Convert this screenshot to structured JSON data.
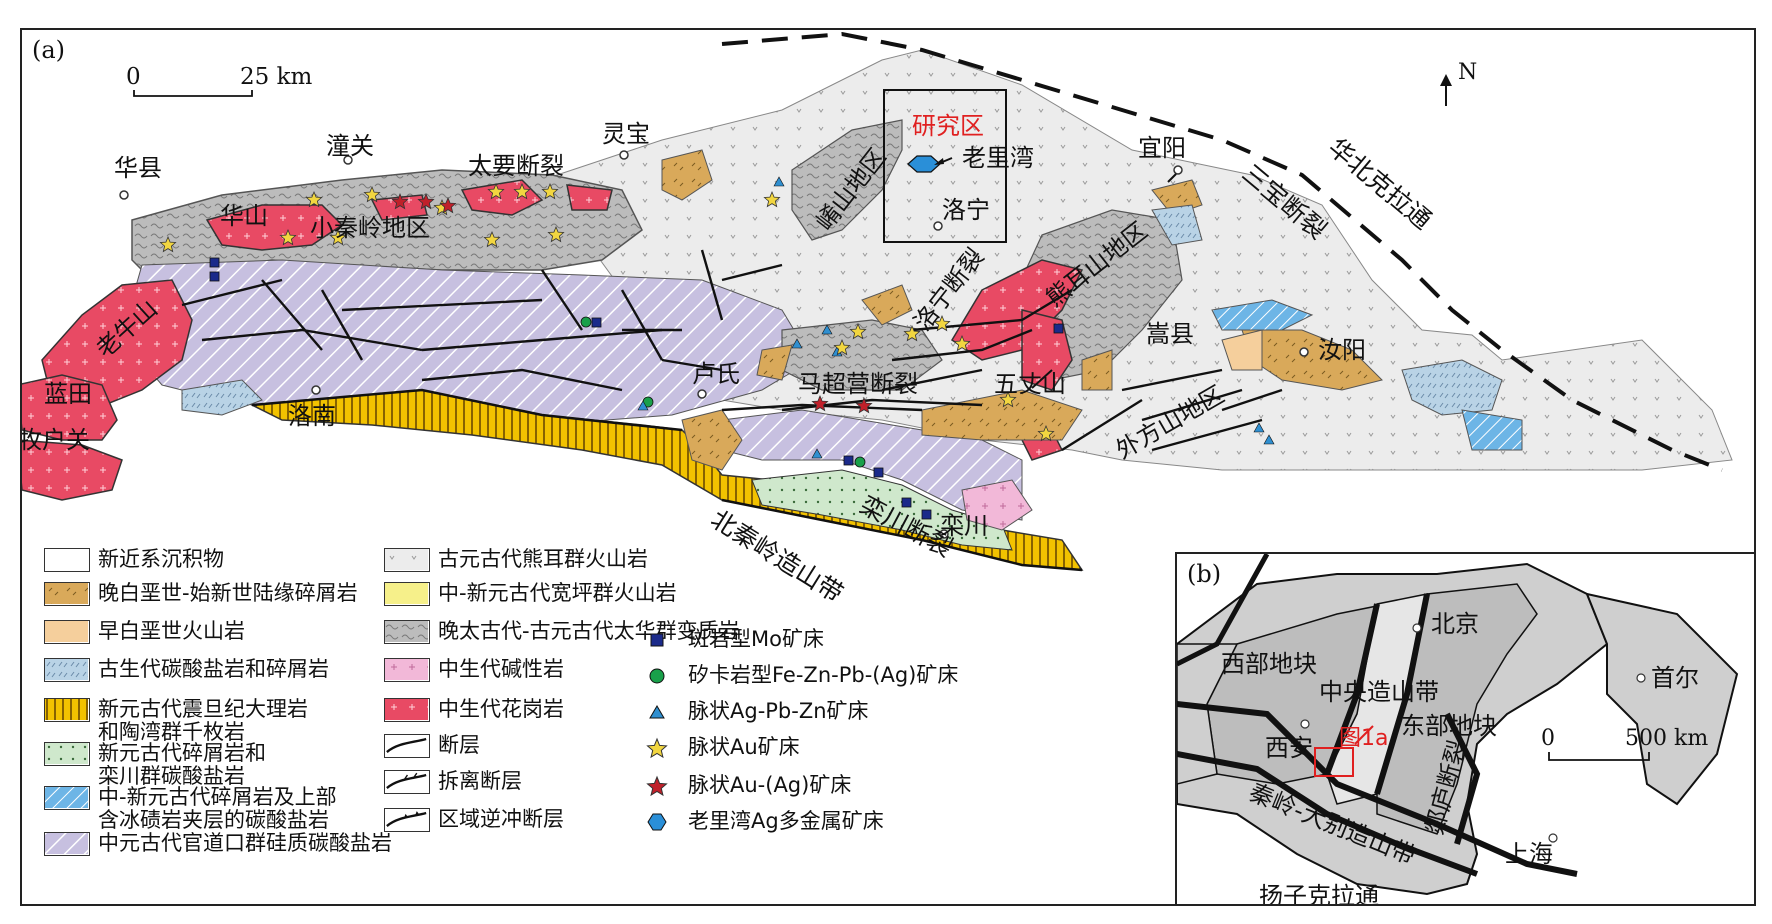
{
  "panel_a_tag": "(a)",
  "panel_b_tag": "(b)",
  "scale_a": {
    "zero": "0",
    "label": "25 km"
  },
  "scale_b": {
    "zero": "0",
    "label": "500 km"
  },
  "north": "N",
  "study_area": "研究区",
  "places": {
    "huaxian": "华县",
    "tongguan": "潼关",
    "taiyao_fault": "太要断裂",
    "lingbao": "灵宝",
    "yashan": "崤山地区",
    "laoliwan": "老里湾",
    "yiyang": "宜阳",
    "sanbao_fault": "三宝断裂",
    "huabei_craton": "华北克拉通",
    "huashan": "华山",
    "xiaoqinling": "小秦岭地区",
    "luoning": "洛宁",
    "luoning_fault": "洛宁断裂",
    "xiongershan": "熊耳山地区",
    "laoniushan": "老牛山",
    "lantian": "蓝田",
    "muhuguan": "牧户关",
    "luonan": "洛南",
    "lushi": "卢氏",
    "machaoying_fault": "马超营断裂",
    "wuzhangshan": "五丈山",
    "songxian": "嵩县",
    "ruyang": "汝阳",
    "waifangshan": "外方山地区",
    "beiqinling": "北秦岭造山带",
    "luanchuan_fault": "栾川断裂",
    "luanchuan": "栾川"
  },
  "legend": [
    {
      "text": "新近系沉积物",
      "color": "#ffffff"
    },
    {
      "text": "晚白垩世-始新世陆缘碎屑岩",
      "color": "#d9a95a"
    },
    {
      "text": "早白垩世火山岩",
      "color": "#f5cf9c"
    },
    {
      "text": "古生代碳酸盐岩和碎屑岩",
      "color": "#b9d3e6"
    },
    {
      "text": "新元古代震旦纪大理岩\n和陶湾群千枚岩",
      "color": "#f2c200"
    },
    {
      "text": "新元古代碎屑岩和\n栾川群碳酸盐岩",
      "color": "#cfe8cc"
    },
    {
      "text": "中-新元古代碎屑岩及上部\n含冰碛岩夹层的碳酸盐岩",
      "color": "#6db5e6"
    },
    {
      "text": "中元古代官道口群硅质碳酸盐岩",
      "color": "#c7c0e0"
    },
    {
      "text": "古元古代熊耳群火山岩",
      "color": "#ececec"
    },
    {
      "text": "中-新元古代宽坪群火山岩",
      "color": "#f6f08a"
    },
    {
      "text": "晚太古代-古元古代太华群变质岩",
      "color": "#bcbcbc"
    },
    {
      "text": "中生代碱性岩",
      "color": "#f2b8d8"
    },
    {
      "text": "中生代花岗岩",
      "color": "#e84a64"
    },
    {
      "text": "断层",
      "color": ""
    },
    {
      "text": "拆离断层",
      "color": ""
    },
    {
      "text": "区域逆冲断层",
      "color": ""
    },
    {
      "text": "斑岩型Mo矿床",
      "icon": "square-icon",
      "color": "#1b2a8a"
    },
    {
      "text": "矽卡岩型Fe-Zn-Pb-(Ag)矿床",
      "icon": "circle-icon",
      "color": "#19a04a"
    },
    {
      "text": "脉状Ag-Pb-Zn矿床",
      "icon": "triangle-icon",
      "color": "#2f8fd0"
    },
    {
      "text": "脉状Au矿床",
      "icon": "star-icon",
      "color": "#f2d640"
    },
    {
      "text": "脉状Au-(Ag)矿床",
      "icon": "star-icon",
      "color": "#c0202a"
    },
    {
      "text": "老里湾Ag多金属矿床",
      "icon": "hexagon-icon",
      "color": "#2a8fd8"
    }
  ],
  "inset": {
    "west_block": "西部地块",
    "beijing": "北京",
    "central_orogen": "中央造山带",
    "seoul": "首尔",
    "east_block": "东部地块",
    "fig_ref": "图1a",
    "xian": "西安",
    "tanlu_fault": "郯庐断裂",
    "qinling_dabie": "秦岭-大别造山带",
    "shanghai": "上海",
    "yangtze": "扬子克拉通"
  }
}
